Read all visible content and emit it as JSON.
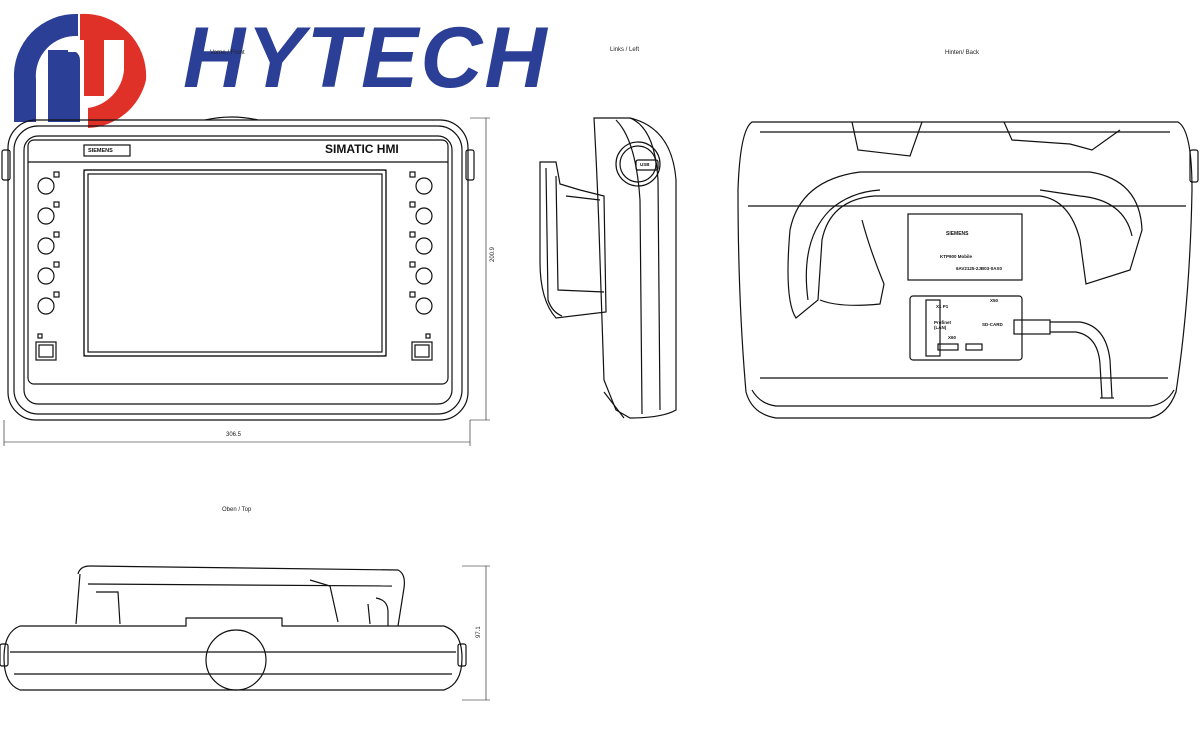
{
  "logo": {
    "text": "HYTECH",
    "monogram": "hy",
    "colors": {
      "red": "#e03129",
      "blue": "#2a3f95"
    }
  },
  "views": {
    "front": "Vorne / Front",
    "left": "Links / Left",
    "back": "Hinten/ Back",
    "top": "Oben / Top"
  },
  "front_panel": {
    "siemens_badge": "SIEMENS",
    "title": "SIMATIC HMI"
  },
  "dimensions": {
    "width": "306.5",
    "height": "200.9",
    "depth": "97.1"
  },
  "left_view": {
    "port_label": "USB"
  },
  "back_label": {
    "brand": "SIEMENS",
    "model": "KTP900 Mobile",
    "order": "6AV2125-2JB03-0AX0"
  },
  "back_ports": {
    "x1": "X1 P1",
    "profinet": "Profinet (LAN)",
    "x50": "X50",
    "sd": "SD-CARD",
    "x60": "X60"
  },
  "colors": {
    "line": "#111111",
    "background": "#ffffff"
  }
}
